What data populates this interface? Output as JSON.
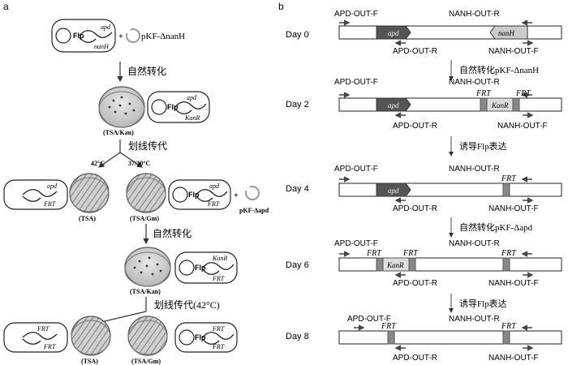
{
  "panels": {
    "a": "a",
    "b": "b"
  },
  "panel_a": {
    "step1": {
      "flp": "Flp",
      "apd": "apd",
      "nanH": "nanH",
      "plus": "+",
      "pkf": "pKF-ΔnanH"
    },
    "arrow1_label": "自然转化",
    "step2": {
      "plate_label": "(TSA/Kan)",
      "flp": "Flp",
      "apd": "apd",
      "kan": "KanR"
    },
    "streak_label": "划线传代",
    "temp_left": "42°C",
    "temp_right": "37/30°C",
    "step3": {
      "left_cell": {
        "apd": "apd",
        "frt": "FRT"
      },
      "left_plate": "(TSA)",
      "right_plate": "(TSA/Gm)",
      "right_cell": {
        "flp": "Flp",
        "apd": "apd",
        "frt": "FRT"
      },
      "plus": "+",
      "pkf": "pKF-Δapd"
    },
    "arrow3_label": "自然转化",
    "step4": {
      "plate_label": "(TSA/Kan)",
      "flp": "Flp",
      "kan": "KanR",
      "frt": "FRT"
    },
    "streak2_label": "划线传代(42°C)",
    "step5": {
      "left_cell": {
        "frt1": "FRT",
        "frt2": "FRT"
      },
      "left_plate": "(TSA)",
      "right_plate": "(TSA/Gm)",
      "right_cell": {
        "flp": "Flp",
        "frt1": "FRT",
        "frt2": "FRT"
      }
    }
  },
  "panel_b": {
    "days": [
      {
        "day": "Day 0",
        "top_left": "APD-OUT-F",
        "top_right": "NANH-OUT-R",
        "bot_left": "APD-OUT-R",
        "bot_right": "NANH-OUT-F",
        "apd": "apd",
        "nanH": "nanH"
      },
      {
        "day": "Day 2",
        "top_left": "APD-OUT-F",
        "top_right": "NANH-OUT-R",
        "bot_left": "APD-OUT-R",
        "bot_right": "NANH-OUT-F",
        "apd": "apd",
        "frt1": "FRT",
        "kan": "KanR",
        "frt2": "FRT"
      },
      {
        "day": "Day 4",
        "top_left": "APD-OUT-F",
        "top_right": "NANH-OUT-R",
        "bot_left": "APD-OUT-R",
        "bot_right": "NANH-OUT-F",
        "apd": "apd",
        "frt": "FRT"
      },
      {
        "day": "Day 6",
        "top_left": "APD-OUT-F",
        "top_right": "NANH-OUT-R",
        "bot_left": "APD-OUT-R",
        "bot_right": "NANH-OUT-F",
        "frt1": "FRT",
        "kan": "KanR",
        "frt2": "FRT",
        "frt3": "FRT"
      },
      {
        "day": "Day 8",
        "top_left": "APD-OUT-F",
        "top_right": "NANH-OUT-R",
        "bot_left": "APD-OUT-R",
        "bot_right": "NANH-OUT-F",
        "frt1": "FRT",
        "frt2": "FRT"
      }
    ],
    "steps": [
      "自然转化pKF-ΔnanH",
      "诱导Flp表达",
      "自然转化pKF-Δapd",
      "诱导Flp表达"
    ]
  }
}
